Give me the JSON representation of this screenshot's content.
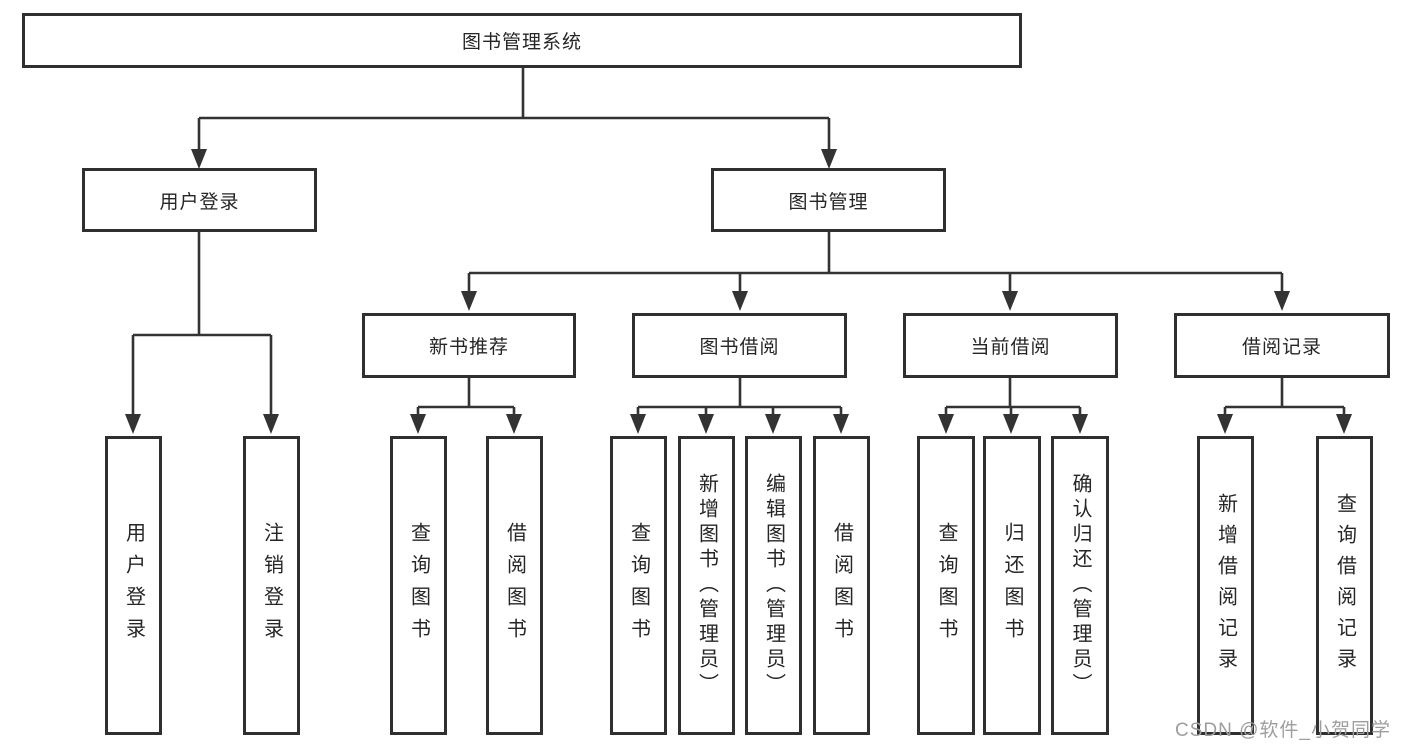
{
  "diagram": {
    "root": {
      "label": "图书管理系统"
    },
    "level2": {
      "user_login": {
        "label": "用户登录"
      },
      "book_mgmt": {
        "label": "图书管理"
      }
    },
    "level3": {
      "new_book": {
        "label": "新书推荐"
      },
      "book_borrow": {
        "label": "图书借阅"
      },
      "current_borrow": {
        "label": "当前借阅"
      },
      "borrow_record": {
        "label": "借阅记录"
      }
    },
    "leaves": {
      "user_login": [
        "用户登录",
        "注销登录"
      ],
      "new_book": [
        "查询图书",
        "借阅图书"
      ],
      "book_borrow": [
        "查询图书",
        "新增图书（管理员）",
        "编辑图书（管理员）",
        "借阅图书"
      ],
      "current_borrow": [
        "查询图书",
        "归还图书",
        "确认归还（管理员）"
      ],
      "borrow_record": [
        "新增借阅记录",
        "查询借阅记录"
      ]
    }
  },
  "watermark": {
    "text": "CSDN @软件_小贺同学"
  },
  "colors": {
    "line": "#333333",
    "border": "#2f2f2f",
    "text": "#262626",
    "watermark": "#9e9e9e",
    "background": "#ffffff"
  }
}
